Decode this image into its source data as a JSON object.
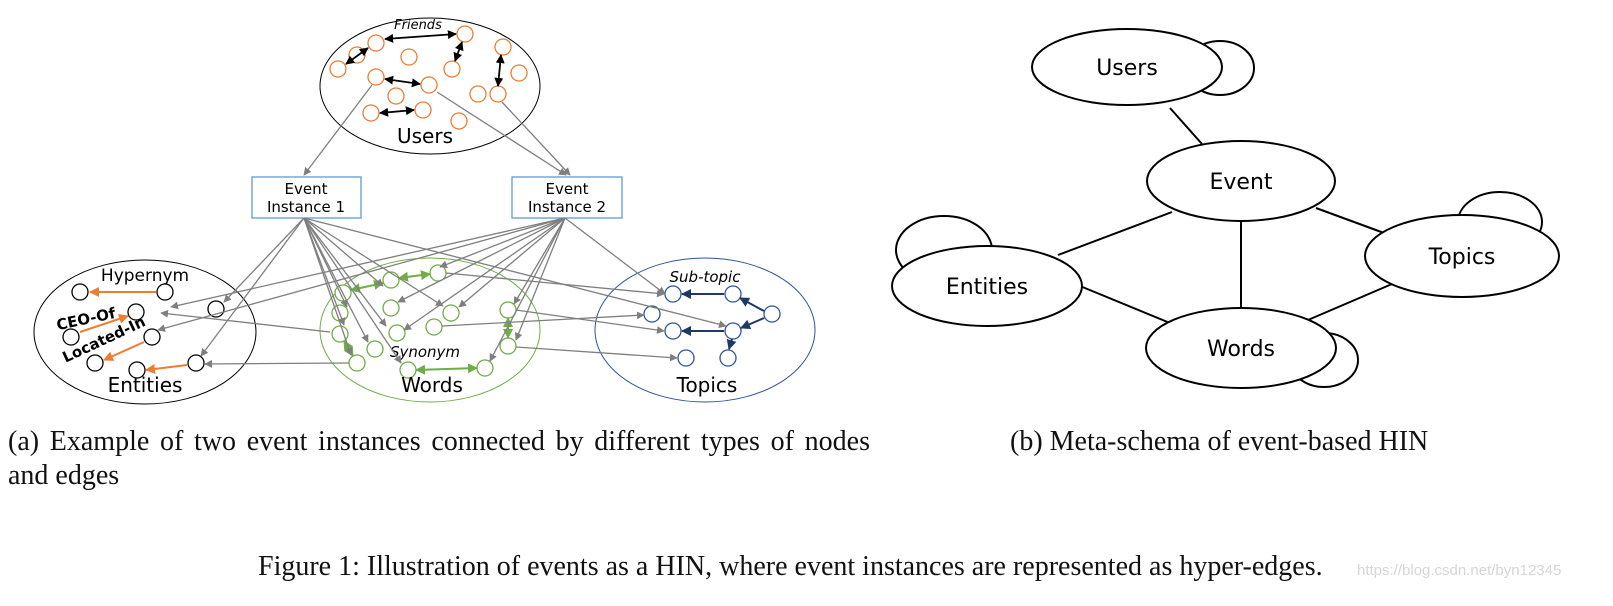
{
  "panel_a": {
    "users_label": "Users",
    "friends_label": "Friends",
    "event_instance_1": [
      "Event",
      "Instance 1"
    ],
    "event_instance_2": [
      "Event",
      "Instance 2"
    ],
    "entities_label": "Entities",
    "hypernym_label": "Hypernym",
    "ceo_of_label": "CEO-Of",
    "located_in_label": "Located-In",
    "words_label": "Words",
    "synonym_label": "Synonym",
    "topics_label": "Topics",
    "subtopic_label": "Sub-topic",
    "caption": "(a) Example of two event instances connected by different types of nodes and edges"
  },
  "panel_b": {
    "nodes": {
      "users": "Users",
      "event": "Event",
      "entities": "Entities",
      "topics": "Topics",
      "words": "Words"
    },
    "edges": [
      [
        "users",
        "event"
      ],
      [
        "event",
        "entities"
      ],
      [
        "event",
        "topics"
      ],
      [
        "event",
        "words"
      ],
      [
        "entities",
        "words"
      ],
      [
        "words",
        "topics"
      ]
    ],
    "self_loops": [
      "users",
      "entities",
      "topics",
      "words"
    ],
    "caption": "(b) Meta-schema of event-based HIN"
  },
  "figure_caption": "Figure 1: Illustration of events as a HIN, where event instances are represented as hyper-edges.",
  "watermark": "https://blog.csdn.net/byn12345",
  "colors": {
    "users_nodes": "#ed7d31",
    "entity_nodes": "#000000",
    "entity_edges": "#ed7d31",
    "word_nodes": "#70ad47",
    "topic_nodes": "#2f5597",
    "hyperedge_arrows": "#808080",
    "event_box_border": "#5b9bd5"
  }
}
